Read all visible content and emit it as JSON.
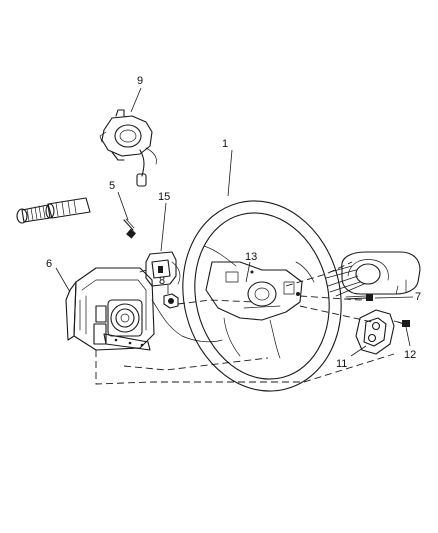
{
  "callouts": {
    "c1": "1",
    "c5": "5",
    "c6": "6",
    "c7": "7",
    "c8": "8",
    "c9": "9",
    "c11": "11",
    "c12": "12",
    "c13": "13",
    "c15": "15"
  }
}
